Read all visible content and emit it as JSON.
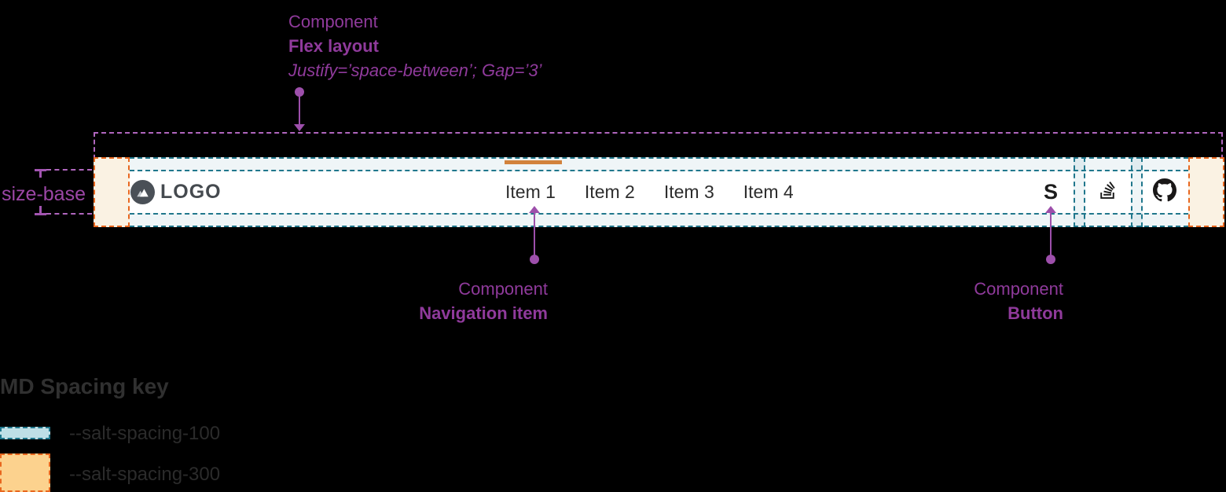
{
  "annotations": {
    "flex_layout": {
      "eyebrow": "Component",
      "title": "Flex layout",
      "detail": "Justify=’space-between’; Gap=’3’"
    },
    "size_base": {
      "label": "size-base"
    },
    "navigation_item": {
      "eyebrow": "Component",
      "title": "Navigation item"
    },
    "button": {
      "eyebrow": "Component",
      "title": "Button"
    }
  },
  "navbar": {
    "logo": {
      "text": "LOGO",
      "icon": "mountain-icon"
    },
    "items": [
      {
        "label": "Item 1",
        "active": true
      },
      {
        "label": "Item 2",
        "active": false
      },
      {
        "label": "Item 3",
        "active": false
      },
      {
        "label": "Item 4",
        "active": false
      }
    ],
    "actions": [
      {
        "icon": "s-logo-icon",
        "label": "S"
      },
      {
        "icon": "stackoverflow-icon",
        "label": ""
      },
      {
        "icon": "github-icon",
        "label": ""
      }
    ]
  },
  "legend": {
    "title": "MD Spacing key",
    "entries": [
      {
        "token": "--salt-spacing-100",
        "swatch_color": "#bedfe6",
        "border_color": "#20778c"
      },
      {
        "token": "--salt-spacing-300",
        "swatch_color": "#fcd28e",
        "border_color": "#e8671f"
      }
    ]
  },
  "colors": {
    "annotation_purple": "#8f3a9b",
    "connector_purple": "#9d4fab",
    "guide_purple": "#b066be",
    "spacing_100_teal": "#20778c",
    "spacing_300_orange": "#e8671f",
    "active_indicator_orange": "#d2823c",
    "navbar_background": "#ffffff",
    "page_background": "#000000"
  }
}
